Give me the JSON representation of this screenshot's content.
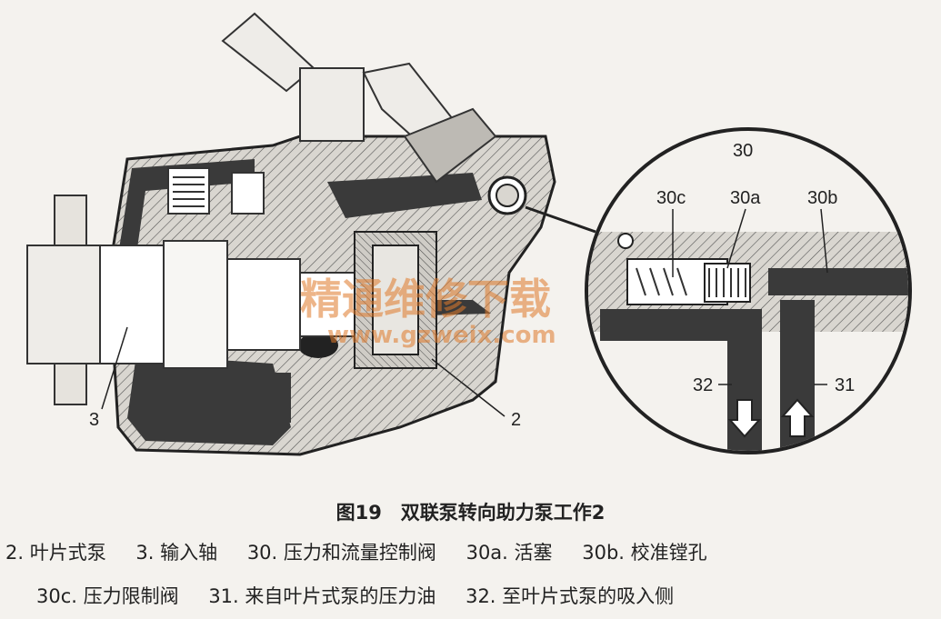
{
  "figure": {
    "caption": "图19　双联泵转向助力泵工作2",
    "labels": {
      "part_3": "3",
      "part_2": "2",
      "part_30": "30",
      "part_30c": "30c",
      "part_30a": "30a",
      "part_30b": "30b",
      "part_32": "32",
      "part_31": "31"
    },
    "watermark": {
      "text": "精通维修下载",
      "url": "www.gzweix.com"
    }
  },
  "legend": {
    "items_line1": [
      "2. 叶片式泵",
      "3. 输入轴",
      "30. 压力和流量控制阀",
      "30a. 活塞",
      "30b. 校准镗孔"
    ],
    "items_line2": [
      "30c. 压力限制阀",
      "31. 来自叶片式泵的压力油",
      "32. 至叶片式泵的吸入侧"
    ]
  }
}
